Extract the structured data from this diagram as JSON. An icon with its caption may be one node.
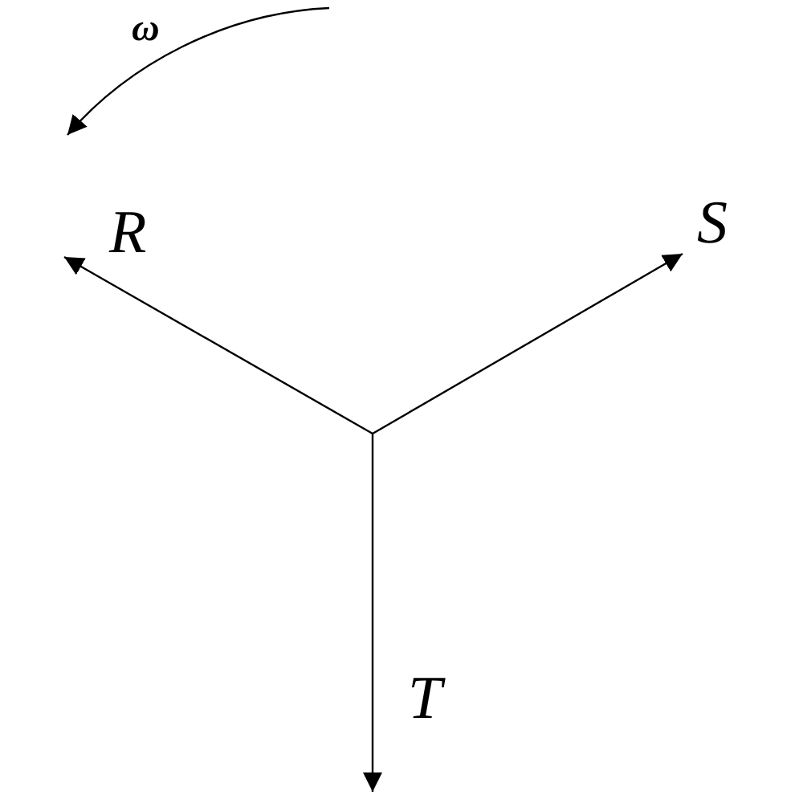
{
  "diagram": {
    "labels": [
      "ω",
      "R",
      "S",
      "T"
    ]
  }
}
